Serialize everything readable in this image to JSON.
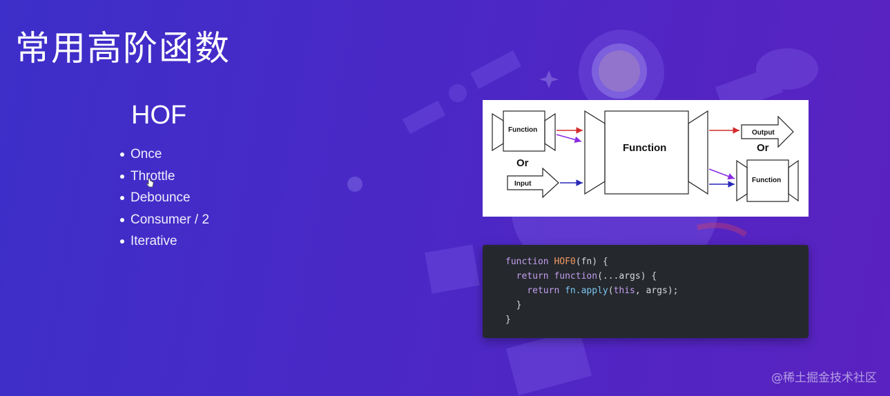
{
  "slide": {
    "title": "常用高阶函数",
    "hof_heading": "HOF",
    "hof_items": [
      "Once",
      "Throttle",
      "Debounce",
      "Consumer / 2",
      "Iterative"
    ]
  },
  "diagram": {
    "left_function": "Function",
    "or_left": "Or",
    "input": "Input",
    "center_function": "Function",
    "output": "Output",
    "or_right": "Or",
    "right_function": "Function"
  },
  "code": {
    "l1": {
      "kw": "function",
      "name": "HOF0",
      "rest": "(fn) {"
    },
    "l2": {
      "kw1": "return",
      "kw2": "function",
      "rest": "(...args) {"
    },
    "l3": {
      "kw": "return",
      "obj": "fn.",
      "method": "apply",
      "paren": "(",
      "kwthis": "this",
      "rest": ", args);"
    },
    "l4": "}",
    "l5": "}"
  },
  "watermark": "@稀土掘金技术社区",
  "colors": {
    "background_start": "#3d2fc9",
    "background_end": "#5a22c0",
    "code_background": "#25282d",
    "arrow_red": "#d42a2a",
    "arrow_purple": "#8a2be2",
    "arrow_blue": "#2727b8"
  },
  "icons": [
    "astronaut-illustration",
    "mouse-cursor-icon"
  ]
}
